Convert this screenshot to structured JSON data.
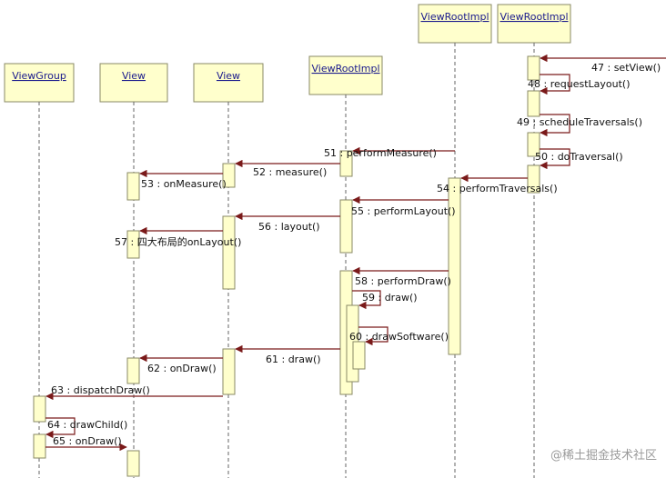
{
  "objects": [
    {
      "id": "vg",
      "label": "ViewGroup"
    },
    {
      "id": "v1",
      "label": "View"
    },
    {
      "id": "v2",
      "label": "View"
    },
    {
      "id": "vri1",
      "label": "ViewRootImpl"
    },
    {
      "id": "vri2",
      "label": "ViewRootImpl"
    },
    {
      "id": "vri3",
      "label": "ViewRootImpl"
    }
  ],
  "messages": [
    {
      "n": "47",
      "text": "47 : setView()"
    },
    {
      "n": "48",
      "text": "48 : requestLayout()"
    },
    {
      "n": "49",
      "text": "49 : scheduleTraversals()"
    },
    {
      "n": "50",
      "text": "50 : doTraversal()"
    },
    {
      "n": "51",
      "text": "51 : performMeasure()"
    },
    {
      "n": "52",
      "text": "52 : measure()"
    },
    {
      "n": "53",
      "text": "53 : onMeasure()"
    },
    {
      "n": "54",
      "text": "54 : performTraversals()"
    },
    {
      "n": "55",
      "text": "55 : performLayout()"
    },
    {
      "n": "56",
      "text": "56 : layout()"
    },
    {
      "n": "57",
      "text": "57 : 四大布局的onLayout()"
    },
    {
      "n": "58",
      "text": "58 : performDraw()"
    },
    {
      "n": "59",
      "text": "59 : draw()"
    },
    {
      "n": "60",
      "text": "60 : drawSoftware()"
    },
    {
      "n": "61",
      "text": "61 : draw()"
    },
    {
      "n": "62",
      "text": "62 : onDraw()"
    },
    {
      "n": "63",
      "text": "63 : dispatchDraw()"
    },
    {
      "n": "64",
      "text": "64 : drawChild()"
    },
    {
      "n": "65",
      "text": "65 : onDraw()"
    }
  ],
  "watermark": "@稀土掘金技术社区",
  "colors": {
    "box_fill": "#ffffcc",
    "box_stroke": "#8a8a66",
    "arrow": "#7a1a1a",
    "object_text": "#1a1a8c"
  }
}
